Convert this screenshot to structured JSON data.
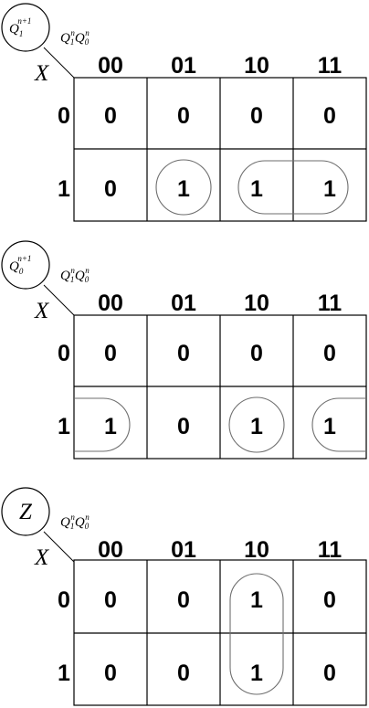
{
  "col_headers": [
    "00",
    "01",
    "10",
    "11"
  ],
  "row_headers": [
    "0",
    "1"
  ],
  "column_var": {
    "sym": "Q",
    "sub1": "1",
    "sup": "n",
    "sub2": "0"
  },
  "row_var": "X",
  "maps": [
    {
      "output": {
        "sym": "Q",
        "sub": "1",
        "sup": "n+1"
      },
      "cells": [
        [
          "0",
          "0",
          "0",
          "0"
        ],
        [
          "0",
          "1",
          "1",
          "1"
        ]
      ],
      "groups": [
        "cell(1,1)",
        "cells(1,2)-(1,3)"
      ]
    },
    {
      "output": {
        "sym": "Q",
        "sub": "0",
        "sup": "n+1"
      },
      "cells": [
        [
          "0",
          "0",
          "0",
          "0"
        ],
        [
          "1",
          "0",
          "1",
          "1"
        ]
      ],
      "groups": [
        "cell(1,0)-wrap-(1,3)",
        "cell(1,2)"
      ]
    },
    {
      "output": {
        "sym": "Z"
      },
      "cells": [
        [
          "0",
          "0",
          "1",
          "0"
        ],
        [
          "0",
          "0",
          "1",
          "0"
        ]
      ],
      "groups": [
        "cells(0,2)-(1,2)"
      ]
    }
  ]
}
